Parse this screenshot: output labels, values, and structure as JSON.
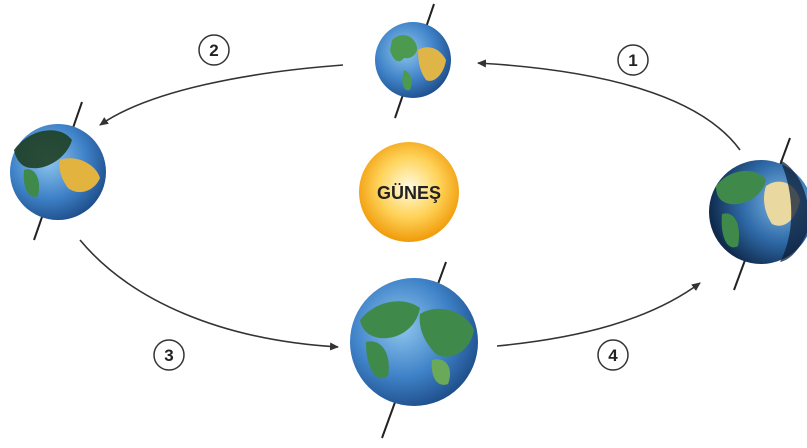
{
  "sun": {
    "label": "GÜNEŞ"
  },
  "steps": [
    {
      "number": "1"
    },
    {
      "number": "2"
    },
    {
      "number": "3"
    },
    {
      "number": "4"
    }
  ],
  "colors": {
    "ocean": "#3d7fc4",
    "land": "#3f8a4a",
    "desert": "#e3b340",
    "sun_core": "#fff3b0",
    "sun_edge": "#f2a20a",
    "arrow": "#333333"
  }
}
